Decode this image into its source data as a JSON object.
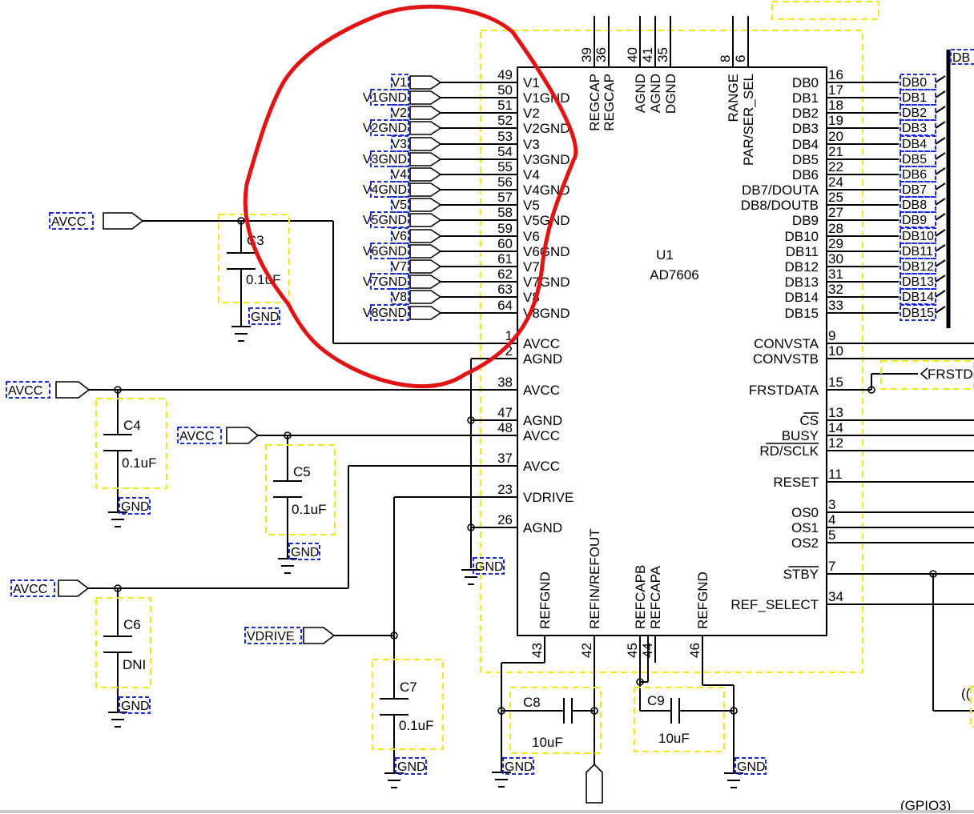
{
  "chip": {
    "ref": "U1",
    "part": "AD7606",
    "left_pins": [
      {
        "num": "49",
        "name": "V1"
      },
      {
        "num": "50",
        "name": "V1GND"
      },
      {
        "num": "51",
        "name": "V2"
      },
      {
        "num": "52",
        "name": "V2GND"
      },
      {
        "num": "53",
        "name": "V3"
      },
      {
        "num": "54",
        "name": "V3GND"
      },
      {
        "num": "55",
        "name": "V4"
      },
      {
        "num": "56",
        "name": "V4GND"
      },
      {
        "num": "57",
        "name": "V5"
      },
      {
        "num": "58",
        "name": "V5GND"
      },
      {
        "num": "59",
        "name": "V6"
      },
      {
        "num": "60",
        "name": "V6GND"
      },
      {
        "num": "61",
        "name": "V7"
      },
      {
        "num": "62",
        "name": "V7GND"
      },
      {
        "num": "63",
        "name": "V8"
      },
      {
        "num": "64",
        "name": "V8GND"
      },
      {
        "num": "1",
        "name": "AVCC"
      },
      {
        "num": "2",
        "name": "AGND"
      },
      {
        "num": "38",
        "name": "AVCC"
      },
      {
        "num": "47",
        "name": "AGND"
      },
      {
        "num": "48",
        "name": "AVCC"
      },
      {
        "num": "37",
        "name": "AVCC"
      },
      {
        "num": "23",
        "name": "VDRIVE"
      },
      {
        "num": "26",
        "name": "AGND"
      }
    ],
    "right_pins": [
      {
        "num": "16",
        "name": "DB0"
      },
      {
        "num": "17",
        "name": "DB1"
      },
      {
        "num": "18",
        "name": "DB2"
      },
      {
        "num": "19",
        "name": "DB3"
      },
      {
        "num": "20",
        "name": "DB4"
      },
      {
        "num": "21",
        "name": "DB5"
      },
      {
        "num": "22",
        "name": "DB6"
      },
      {
        "num": "24",
        "name": "DB7/DOUTA"
      },
      {
        "num": "25",
        "name": "DB8/DOUTB"
      },
      {
        "num": "27",
        "name": "DB9"
      },
      {
        "num": "28",
        "name": "DB10"
      },
      {
        "num": "29",
        "name": "DB11"
      },
      {
        "num": "30",
        "name": "DB12"
      },
      {
        "num": "31",
        "name": "DB13"
      },
      {
        "num": "32",
        "name": "DB14"
      },
      {
        "num": "33",
        "name": "DB15"
      },
      {
        "num": "9",
        "name": "CONVSTA"
      },
      {
        "num": "10",
        "name": "CONVSTB"
      },
      {
        "num": "15",
        "name": "FRSTDATA"
      },
      {
        "num": "13",
        "name": "CS"
      },
      {
        "num": "14",
        "name": "BUSY"
      },
      {
        "num": "12",
        "name": "RD/SCLK"
      },
      {
        "num": "11",
        "name": "RESET"
      },
      {
        "num": "3",
        "name": "OS0"
      },
      {
        "num": "4",
        "name": "OS1"
      },
      {
        "num": "5",
        "name": "OS2"
      },
      {
        "num": "7",
        "name": "STBY"
      },
      {
        "num": "34",
        "name": "REF_SELECT"
      }
    ],
    "top_pins": [
      {
        "num": "39",
        "name": "REGCAP"
      },
      {
        "num": "36",
        "name": "REGCAP"
      },
      {
        "num": "40",
        "name": "AGND"
      },
      {
        "num": "41",
        "name": "AGND"
      },
      {
        "num": "35",
        "name": "DGND"
      },
      {
        "num": "8",
        "name": "RANGE"
      },
      {
        "num": "6",
        "name": "PAR/SER_SEL"
      }
    ],
    "bottom_pins": [
      {
        "num": "43",
        "name": "REFGND"
      },
      {
        "num": "42",
        "name": "REFIN/REFOUT"
      },
      {
        "num": "45",
        "name": "REFCAPB"
      },
      {
        "num": "44",
        "name": "REFCAPA"
      },
      {
        "num": "46",
        "name": "REFGND"
      }
    ]
  },
  "inputs": [
    "V1",
    "V1GND",
    "V2",
    "V2GND",
    "V3",
    "V3GND",
    "V4",
    "V4GND",
    "V5",
    "V5GND",
    "V6",
    "V6GND",
    "V7",
    "V7GND",
    "V8",
    "V8GND"
  ],
  "db_labels": [
    "DB0",
    "DB1",
    "DB2",
    "DB3",
    "DB4",
    "DB5",
    "DB6",
    "DB7",
    "DB8",
    "DB9",
    "DB10",
    "DB11",
    "DB12",
    "DB13",
    "DB14",
    "DB15"
  ],
  "bus_label": "DB",
  "frstd_label": "FRSTD",
  "capacitors": [
    {
      "ref": "C3",
      "value": "0.1uF"
    },
    {
      "ref": "C4",
      "value": "0.1uF"
    },
    {
      "ref": "C5",
      "value": "0.1uF"
    },
    {
      "ref": "C6",
      "value": "DNI"
    },
    {
      "ref": "C7",
      "value": "0.1uF"
    },
    {
      "ref": "C8",
      "value": "10uF"
    },
    {
      "ref": "C9",
      "value": "10uF"
    }
  ],
  "nets": {
    "avcc": "AVCC",
    "gnd": "GND",
    "vdrive": "VDRIVE"
  },
  "partial": {
    "gpio": "(GPIO3)",
    "paren": "(("
  }
}
